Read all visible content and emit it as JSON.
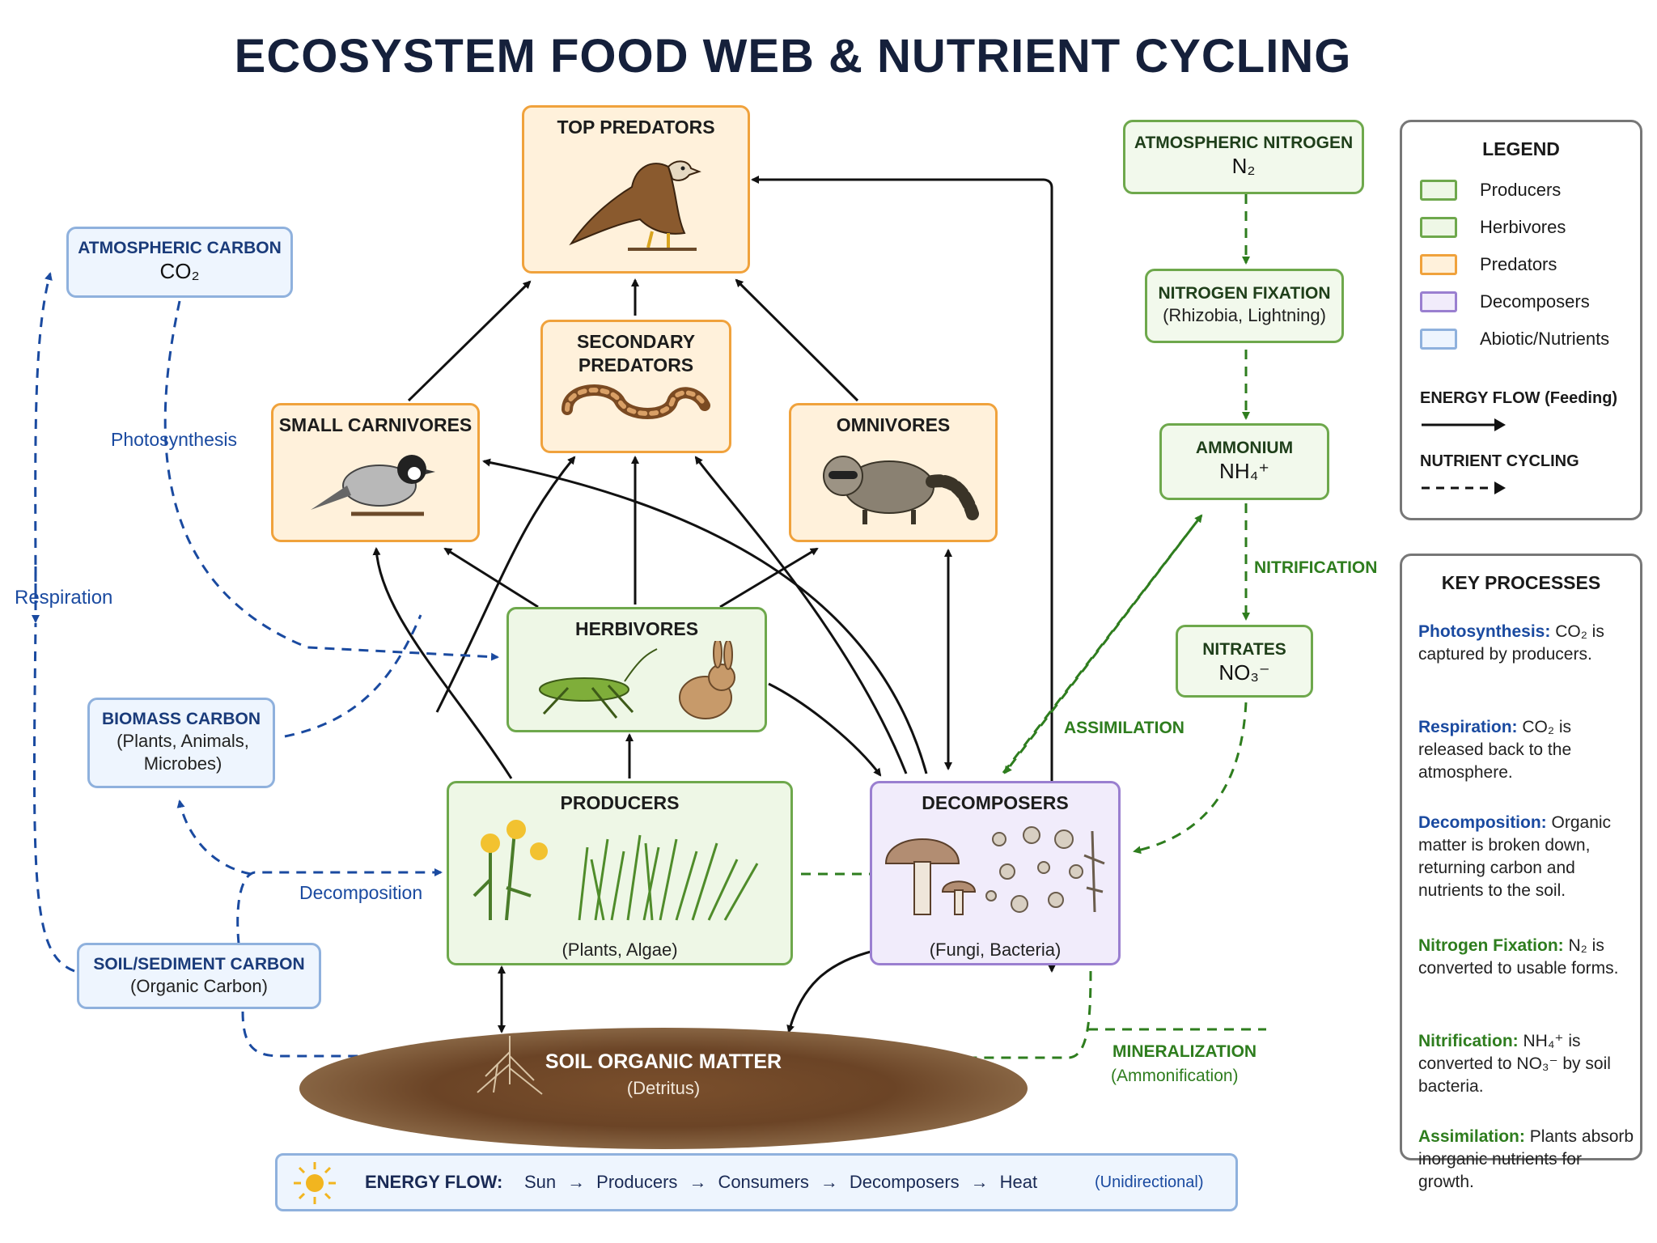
{
  "title": "ECOSYSTEM FOOD WEB & NUTRIENT CYCLING",
  "nodes": {
    "top_predators": "TOP PREDATORS",
    "secondary_predators": "SECONDARY PREDATORS",
    "small_carnivores": "SMALL CARNIVORES",
    "omnivores": "OMNIVORES",
    "herbivores": "HERBIVORES",
    "producers": "PRODUCERS",
    "producers_sub": "(Plants, Algae)",
    "decomposers": "DECOMPOSERS",
    "decomposers_sub": "(Fungi, Bacteria)",
    "atm_carbon": "ATMOSPHERIC CARBON",
    "atm_carbon_formula": "CO₂",
    "biomass_carbon": "BIOMASS CARBON",
    "biomass_carbon_sub": "(Plants, Animals, Microbes)",
    "soil_carbon": "SOIL/SEDIMENT CARBON",
    "soil_carbon_sub": "(Organic Carbon)",
    "atm_nitrogen": "ATMOSPHERIC NITROGEN",
    "atm_nitrogen_formula": "N₂",
    "nitrogen_fixation": "NITROGEN FIXATION",
    "nitrogen_fixation_sub": "(Rhizobia, Lightning)",
    "ammonium": "AMMONIUM",
    "ammonium_formula": "NH₄⁺",
    "nitrates": "NITRATES",
    "nitrates_formula": "NO₃⁻",
    "soil_organic": "SOIL ORGANIC MATTER",
    "soil_organic_sub": "(Detritus)"
  },
  "process_labels": {
    "photosynthesis": "Photosynthesis",
    "respiration": "Respiration",
    "decomposition": "Decomposition",
    "nitrification": "NITRIFICATION",
    "assimilation": "ASSIMILATION",
    "mineralization": "MINERALIZATION",
    "ammonification": "(Ammonification)"
  },
  "legend": {
    "title": "LEGEND",
    "items": [
      {
        "label": "Producers",
        "color": "#6ea84c",
        "fill": "#eef7e6"
      },
      {
        "label": "Herbivores",
        "color": "#6ea84c",
        "fill": "#eef7e6"
      },
      {
        "label": "Predators",
        "color": "#f0a23c",
        "fill": "#fff1db"
      },
      {
        "label": "Decomposers",
        "color": "#9a7fd0",
        "fill": "#f1ecfb"
      },
      {
        "label": "Abiotic/Nutrients",
        "color": "#8fb1dd",
        "fill": "#eef5fe"
      }
    ],
    "energy_flow": "ENERGY FLOW (Feeding)",
    "nutrient_cycling": "NUTRIENT CYCLING"
  },
  "key_processes": {
    "title": "KEY PROCESSES",
    "items": [
      {
        "term": "Photosynthesis:",
        "text": " CO₂ is captured by producers.",
        "color": "#1a4aa0"
      },
      {
        "term": "Respiration:",
        "text": " CO₂ is released back to the atmosphere.",
        "color": "#1a4aa0"
      },
      {
        "term": "Decomposition:",
        "text": " Organic matter is broken down, returning carbon and nutrients to the soil.",
        "color": "#1a4aa0"
      },
      {
        "term": "Nitrogen Fixation:",
        "text": " N₂ is converted to usable forms.",
        "color": "#2e7d1e"
      },
      {
        "term": "Nitrification:",
        "text": " NH₄⁺ is converted to NO₃⁻ by soil bacteria.",
        "color": "#2e7d1e"
      },
      {
        "term": "Assimilation:",
        "text": " Plants absorb inorganic nutrients for growth.",
        "color": "#2e7d1e"
      }
    ]
  },
  "energy_bar": {
    "label": "ENERGY FLOW:",
    "steps": [
      "Sun",
      "Producers",
      "Consumers",
      "Decomposers",
      "Heat"
    ],
    "note": "(Unidirectional)"
  }
}
